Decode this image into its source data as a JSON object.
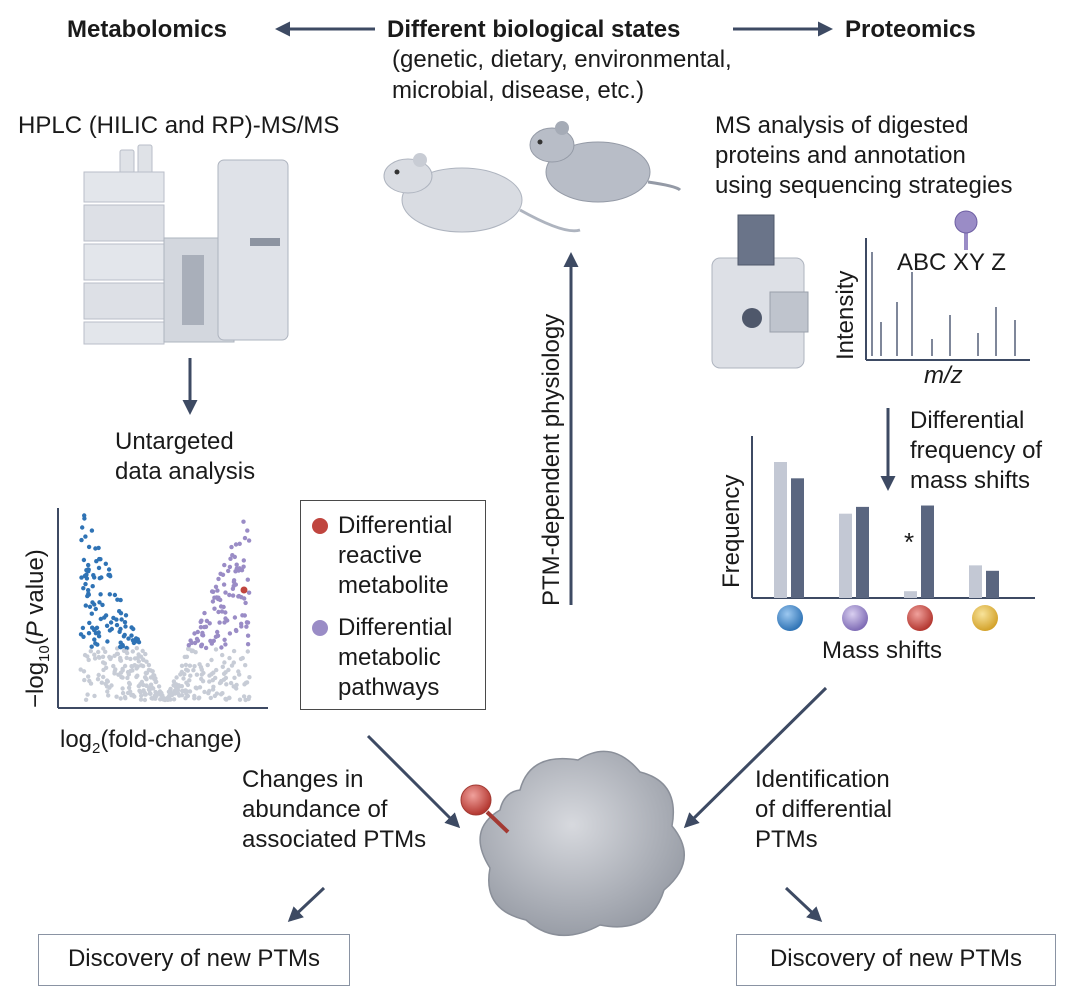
{
  "header": {
    "left": "Metabolomics",
    "center": "Different biological states",
    "center_sub1": "(genetic, dietary, environmental,",
    "center_sub2": "microbial, disease, etc.)",
    "right": "Proteomics"
  },
  "left_panel": {
    "instrument_label": "HPLC (HILIC and RP)-MS/MS",
    "step_line1": "Untargeted",
    "step_line2": "data analysis",
    "volcano_ylabel_prefix": "−log",
    "volcano_ylabel_sub": "10",
    "volcano_ylabel_mid": "(",
    "volcano_ylabel_italic": "P",
    "volcano_ylabel_suffix": " value)",
    "volcano_xlabel_prefix": "log",
    "volcano_xlabel_sub": "2",
    "volcano_xlabel_suffix": "(fold-change)"
  },
  "legend": {
    "item1_line1": "Differential",
    "item1_line2": "reactive",
    "item1_line3": "metabolite",
    "item2_line1": "Differential",
    "item2_line2": "metabolic",
    "item2_line3": "pathways",
    "color_reactive": "#c0453f",
    "color_pathways": "#9a8cc6"
  },
  "center": {
    "vertical_label": "PTM-dependent physiology",
    "left_flow_line1": "Changes in",
    "left_flow_line2": "abundance of",
    "left_flow_line3": "associated PTMs",
    "right_flow_line1": "Identification",
    "right_flow_line2": "of differential",
    "right_flow_line3": "PTMs"
  },
  "right_panel": {
    "ms_line1": "MS analysis of digested",
    "ms_line2": "proteins and annotation",
    "ms_line3": "using sequencing strategies",
    "sequence": "ABC XY Z",
    "spectrum_ylabel": "Intensity",
    "spectrum_xlabel": "m/z",
    "step_line1": "Differential",
    "step_line2": "frequency of",
    "step_line3": "mass shifts",
    "bar_ylabel": "Frequency",
    "bar_xlabel": "Mass shifts",
    "significance": "*"
  },
  "bottom": {
    "left_box": "Discovery of new PTMs",
    "right_box": "Discovery of new PTMs"
  },
  "colors": {
    "arrow": "#3d4a63",
    "blue": "#2f73b5",
    "purple": "#9a8cc6",
    "grey_dots": "#c7ccd6",
    "bar_light": "#c3c8d4",
    "bar_dark": "#5a6680"
  },
  "chart_data": [
    {
      "type": "bar",
      "xlabel": "Mass shifts",
      "ylabel": "Frequency",
      "categories": [
        "blue",
        "purple",
        "red",
        "yellow"
      ],
      "series": [
        {
          "values": [
            100,
            62,
            5,
            24
          ]
        },
        {
          "values": [
            88,
            67,
            68,
            20
          ]
        }
      ]
    }
  ]
}
